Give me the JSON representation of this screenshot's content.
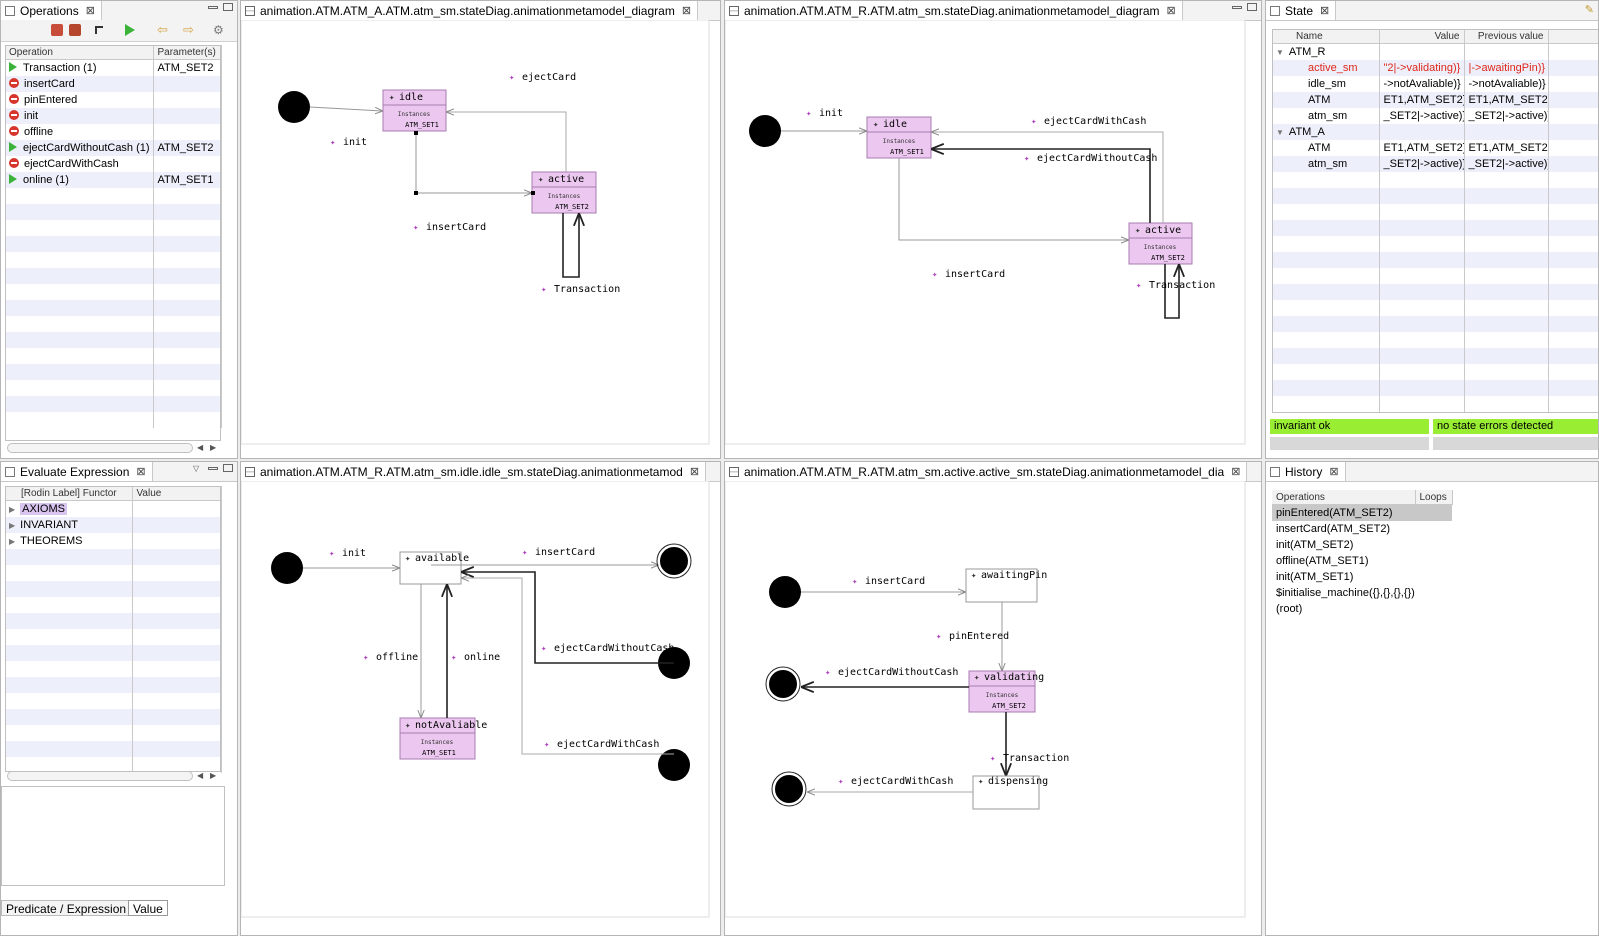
{
  "ops": {
    "title": "Operations",
    "col_op": "Operation",
    "col_params": "Parameter(s)",
    "rows": [
      {
        "name": "Transaction (1)",
        "param": "ATM_SET2",
        "enabled": true
      },
      {
        "name": "insertCard",
        "param": "",
        "enabled": false
      },
      {
        "name": "pinEntered",
        "param": "",
        "enabled": false
      },
      {
        "name": "init",
        "param": "",
        "enabled": false
      },
      {
        "name": "offline",
        "param": "",
        "enabled": false
      },
      {
        "name": "ejectCardWithoutCash (1)",
        "param": "ATM_SET2",
        "enabled": true
      },
      {
        "name": "ejectCardWithCash",
        "param": "",
        "enabled": false
      },
      {
        "name": "online (1)",
        "param": "ATM_SET1",
        "enabled": true
      }
    ]
  },
  "eval": {
    "title": "Evaluate Expression",
    "col_label": "[Rodin Label] Functor",
    "col_value": "Value",
    "rows": [
      "AXIOMS",
      "INVARIANT",
      "THEOREMS"
    ],
    "tab_pred": "Predicate / Expression",
    "tab_value": "Value"
  },
  "state": {
    "title": "State",
    "col_name": "Name",
    "col_value": "Value",
    "col_prev": "Previous value",
    "groups": [
      {
        "name": "ATM_R",
        "rows": [
          {
            "name": "active_sm",
            "value": "\"2|->validating)}",
            "prev": "|->awaitingPin)}",
            "changed": true
          },
          {
            "name": "idle_sm",
            "value": "->notAvaliable)}",
            "prev": "->notAvaliable)}",
            "changed": false
          },
          {
            "name": "ATM",
            "value": "ET1,ATM_SET2}",
            "prev": "ET1,ATM_SET2}",
            "changed": false
          },
          {
            "name": "atm_sm",
            "value": "_SET2|->active)}",
            "prev": "_SET2|->active)}",
            "changed": false
          }
        ]
      },
      {
        "name": "ATM_A",
        "rows": [
          {
            "name": "ATM",
            "value": "ET1,ATM_SET2}",
            "prev": "ET1,ATM_SET2}",
            "changed": false
          },
          {
            "name": "atm_sm",
            "value": "_SET2|->active)}",
            "prev": "_SET2|->active)}",
            "changed": false
          }
        ]
      }
    ],
    "invariant": "invariant ok",
    "errors": "no state errors detected",
    "ok_color": "#99ee33"
  },
  "history": {
    "title": "History",
    "col_ops": "Operations",
    "col_loops": "Loops",
    "rows": [
      "pinEntered(ATM_SET2)",
      "insertCard(ATM_SET2)",
      "init(ATM_SET2)",
      "offline(ATM_SET1)",
      "init(ATM_SET1)",
      "$initialise_machine({},{},{},{})",
      "(root)"
    ]
  },
  "d1": {
    "tab": "animation.ATM.ATM_A.ATM.atm_sm.stateDiag.animationmetamodel_diagram",
    "states": {
      "idle": "idle",
      "active": "active",
      "instances": "Instances",
      "inst_idle": "ATM_SET1",
      "inst_active": "ATM_SET2"
    },
    "labels": {
      "eject": "ejectCard",
      "init": "init",
      "insert": "insertCard",
      "trans": "Transaction"
    }
  },
  "d2": {
    "tab": "animation.ATM.ATM_R.ATM.atm_sm.stateDiag.animationmetamodel_diagram",
    "states": {
      "idle": "idle",
      "active": "active",
      "instances": "Instances",
      "inst_idle": "ATM_SET1",
      "inst_active": "ATM_SET2"
    },
    "labels": {
      "init": "init",
      "ewc": "ejectCardWithCash",
      "ewoc": "ejectCardWithoutCash",
      "insert": "insertCard",
      "trans": "Transaction"
    }
  },
  "d3": {
    "tab": "animation.ATM.ATM_R.ATM.atm_sm.idle.idle_sm.stateDiag.animationmetamod",
    "states": {
      "available": "available",
      "notav": "notAvaliable",
      "instances": "Instances",
      "inst": "ATM_SET1"
    },
    "labels": {
      "init": "init",
      "insert": "insertCard",
      "offline": "offline",
      "online": "online",
      "ewoc": "ejectCardWithoutCash",
      "ewc": "ejectCardWithCash"
    }
  },
  "d4": {
    "tab": "animation.ATM.ATM_R.ATM.atm_sm.active.active_sm.stateDiag.animationmetamodel_dia",
    "states": {
      "awaiting": "awaitingPin",
      "validating": "validating",
      "dispensing": "dispensing",
      "instances": "Instances",
      "inst": "ATM_SET2"
    },
    "labels": {
      "insert": "insertCard",
      "pin": "pinEntered",
      "ewoc": "ejectCardWithoutCash",
      "trans": "Transaction",
      "ewc": "ejectCardWithCash"
    }
  }
}
